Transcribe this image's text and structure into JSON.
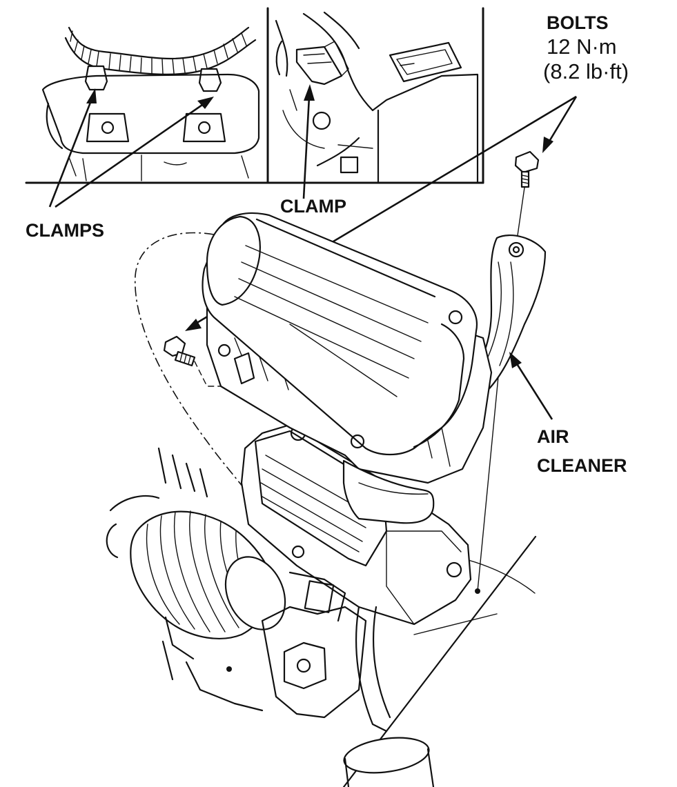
{
  "labels": {
    "bolts_title": "BOLTS",
    "bolts_torque_nm": "12 N·m",
    "bolts_torque_lbft": "(8.2 lb·ft)",
    "clamp": "CLAMP",
    "clamps": "CLAMPS",
    "air_cleaner_line1": "AIR",
    "air_cleaner_line2": "CLEANER"
  }
}
